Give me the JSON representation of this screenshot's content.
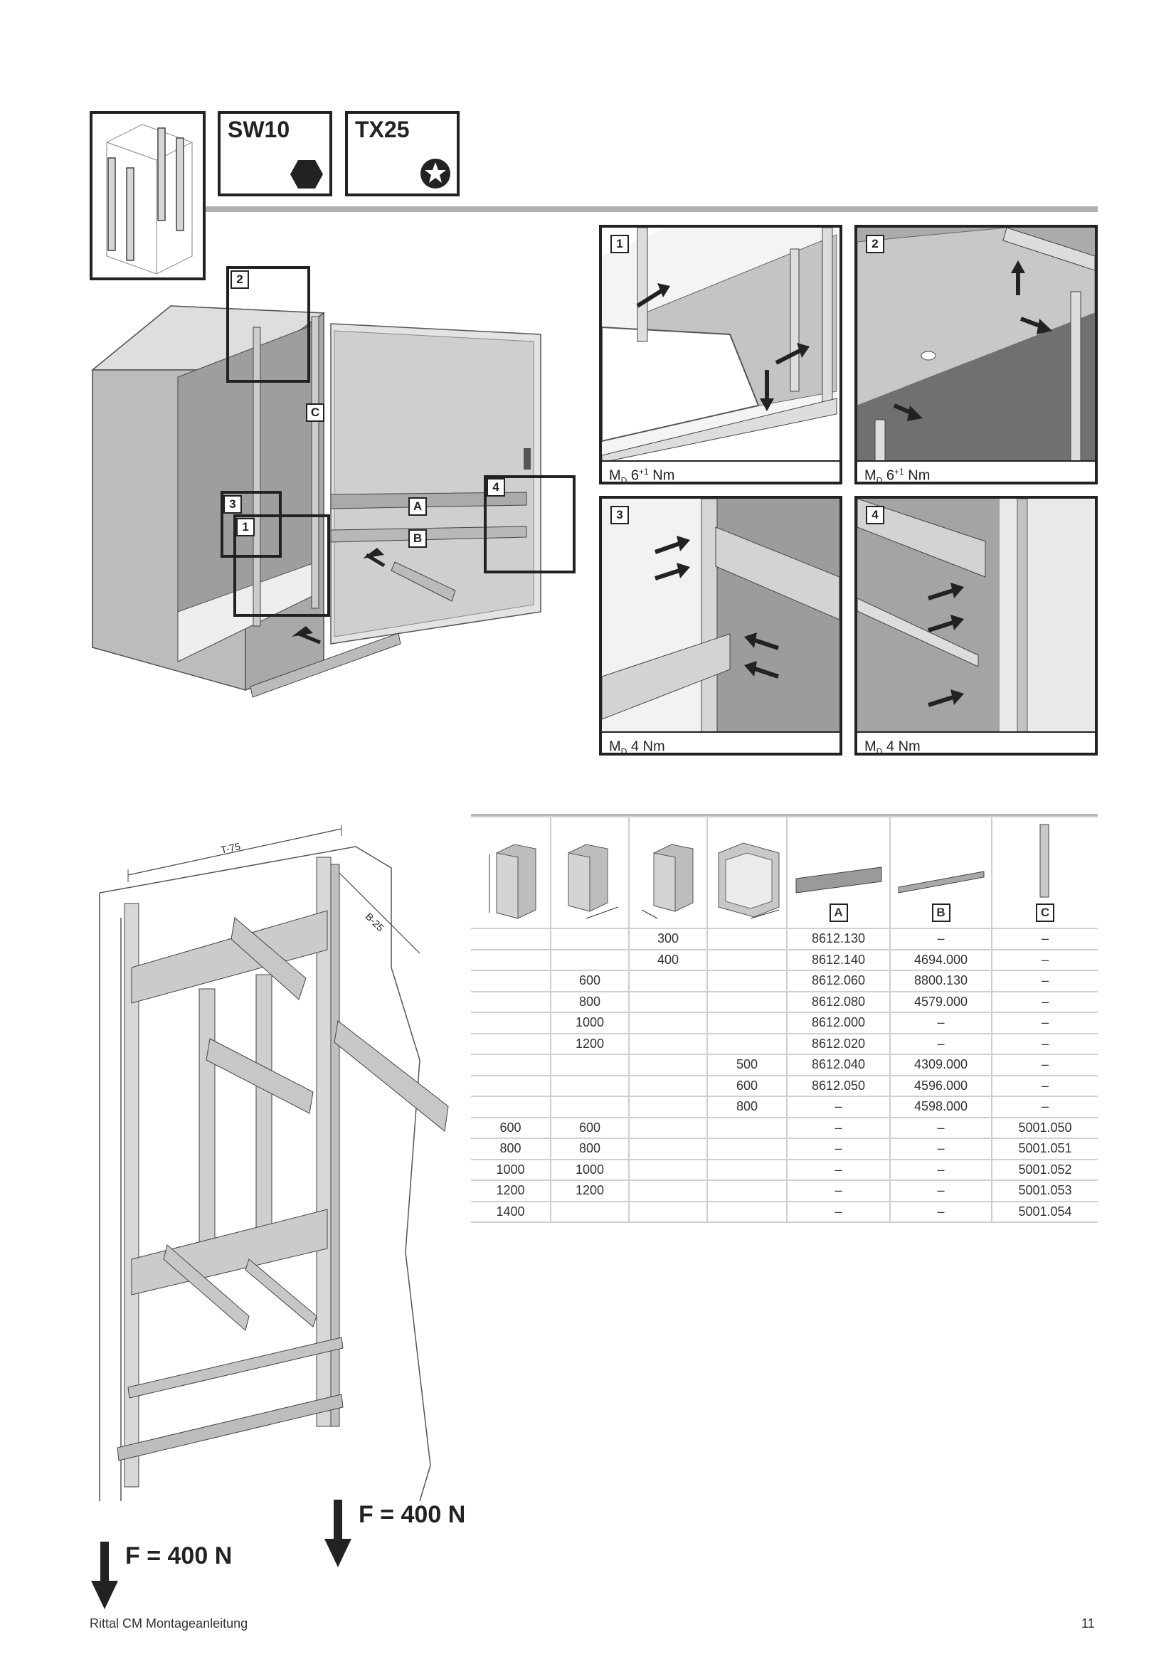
{
  "tools": [
    {
      "label": "SW10",
      "icon": "hex-socket-icon"
    },
    {
      "label": "TX25",
      "icon": "torx-icon"
    }
  ],
  "overview_labels": {
    "detail2": "2",
    "c": "C",
    "detail3": "3",
    "detail1": "1",
    "a": "A",
    "b": "B",
    "detail4": "4"
  },
  "detail_panels": [
    {
      "number": "1",
      "torque_prefix": "M",
      "torque_sub": "D",
      "torque_value": " 6",
      "torque_sup": "+1",
      "torque_unit": " Nm"
    },
    {
      "number": "2",
      "torque_prefix": "M",
      "torque_sub": "D",
      "torque_value": " 6",
      "torque_sup": "+1",
      "torque_unit": " Nm"
    },
    {
      "number": "3",
      "torque_prefix": "M",
      "torque_sub": "D",
      "torque_value": " 4",
      "torque_sup": "",
      "torque_unit": " Nm"
    },
    {
      "number": "4",
      "torque_prefix": "M",
      "torque_sub": "D",
      "torque_value": " 4",
      "torque_sup": "",
      "torque_unit": " Nm"
    }
  ],
  "dimension_labels": {
    "depth": "T-75",
    "width": "B-25"
  },
  "forces": {
    "left": "F = 400 N",
    "right": "F = 400 N"
  },
  "table": {
    "part_letters": [
      "A",
      "B",
      "C"
    ],
    "rows": [
      [
        "",
        "",
        "300",
        "",
        "8612.130",
        "–",
        "–"
      ],
      [
        "",
        "",
        "400",
        "",
        "8612.140",
        "4694.000",
        "–"
      ],
      [
        "",
        "600",
        "",
        "",
        "8612.060",
        "8800.130",
        "–"
      ],
      [
        "",
        "800",
        "",
        "",
        "8612.080",
        "4579.000",
        "–"
      ],
      [
        "",
        "1000",
        "",
        "",
        "8612.000",
        "–",
        "–"
      ],
      [
        "",
        "1200",
        "",
        "",
        "8612.020",
        "–",
        "–"
      ],
      [
        "",
        "",
        "",
        "500",
        "8612.040",
        "4309.000",
        "–"
      ],
      [
        "",
        "",
        "",
        "600",
        "8612.050",
        "4596.000",
        "–"
      ],
      [
        "",
        "",
        "",
        "800",
        "–",
        "4598.000",
        "–"
      ],
      [
        "600",
        "600",
        "",
        "",
        "–",
        "–",
        "5001.050"
      ],
      [
        "800",
        "800",
        "",
        "",
        "–",
        "–",
        "5001.051"
      ],
      [
        "1000",
        "1000",
        "",
        "",
        "–",
        "–",
        "5001.052"
      ],
      [
        "1200",
        "1200",
        "",
        "",
        "–",
        "–",
        "5001.053"
      ],
      [
        "1400",
        "",
        "",
        "",
        "–",
        "–",
        "5001.054"
      ]
    ]
  },
  "footer": {
    "left": "Rittal CM Montageanleitung",
    "page": "11"
  }
}
